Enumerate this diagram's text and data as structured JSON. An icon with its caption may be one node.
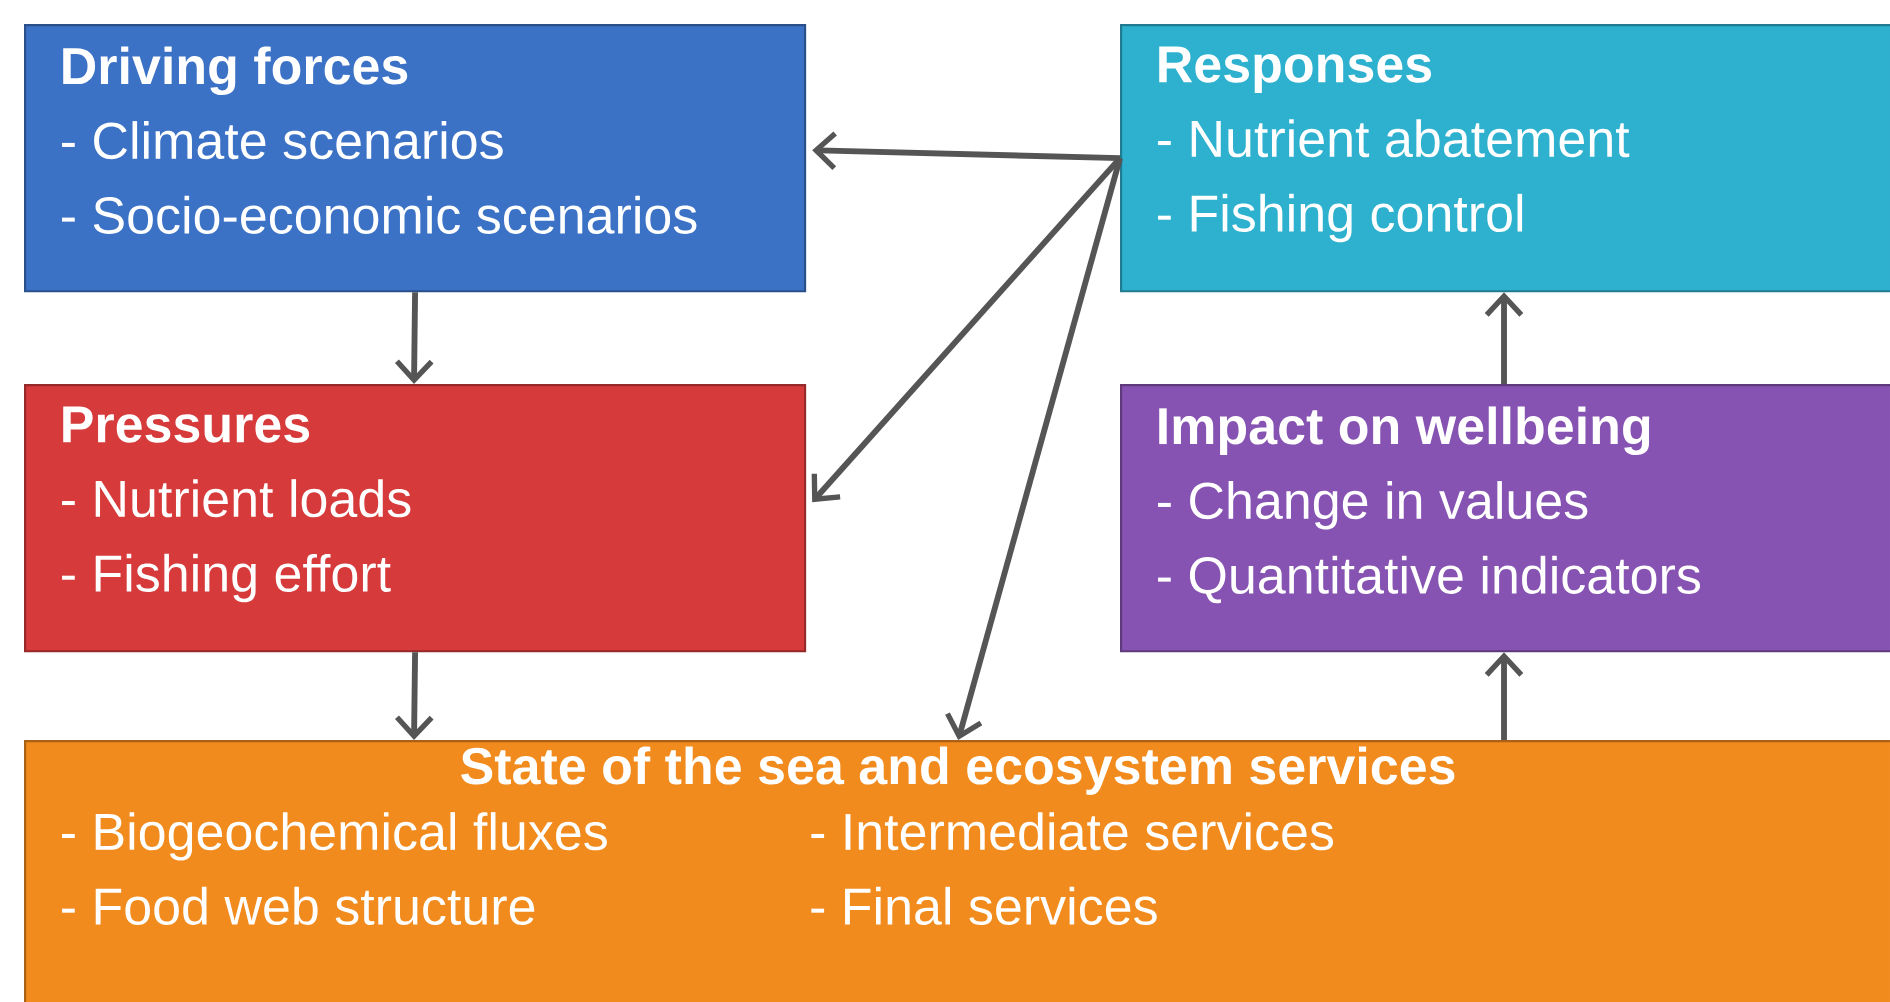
{
  "diagram": {
    "nodes": [
      {
        "text": [
          "Driving forces",
          "- Climate scenarios",
          "- Socio-economic scenarios"
        ]
      },
      {
        "text": [
          "Responses",
          "- Nutrient abatement",
          "- Fishing control"
        ]
      },
      {
        "text": [
          "Pressures",
          "- Nutrient loads",
          "- Fishing effort"
        ]
      },
      {
        "text": [
          "Impact on wellbeing",
          "- Change in values",
          "- Quantitative indicators"
        ]
      },
      {
        "text": [
          "State of the sea and ecosystem services",
          "- Biogeochemical fluxes",
          "- Intermediate services",
          "- Food web structure",
          "- Final services"
        ]
      }
    ],
    "edges": [
      {
        "from": 0,
        "to": 2,
        "arrow": "to"
      },
      {
        "from": 2,
        "to": 4,
        "arrow": "to"
      },
      {
        "from": 4,
        "to": 3,
        "arrow": "to"
      },
      {
        "from": 3,
        "to": 1,
        "arrow": "to"
      },
      {
        "from": 1,
        "to": 0,
        "arrow": "to"
      },
      {
        "from": 1,
        "to": 2,
        "arrow": "to"
      },
      {
        "from": 1,
        "to": 4,
        "arrow": "to"
      }
    ]
  }
}
